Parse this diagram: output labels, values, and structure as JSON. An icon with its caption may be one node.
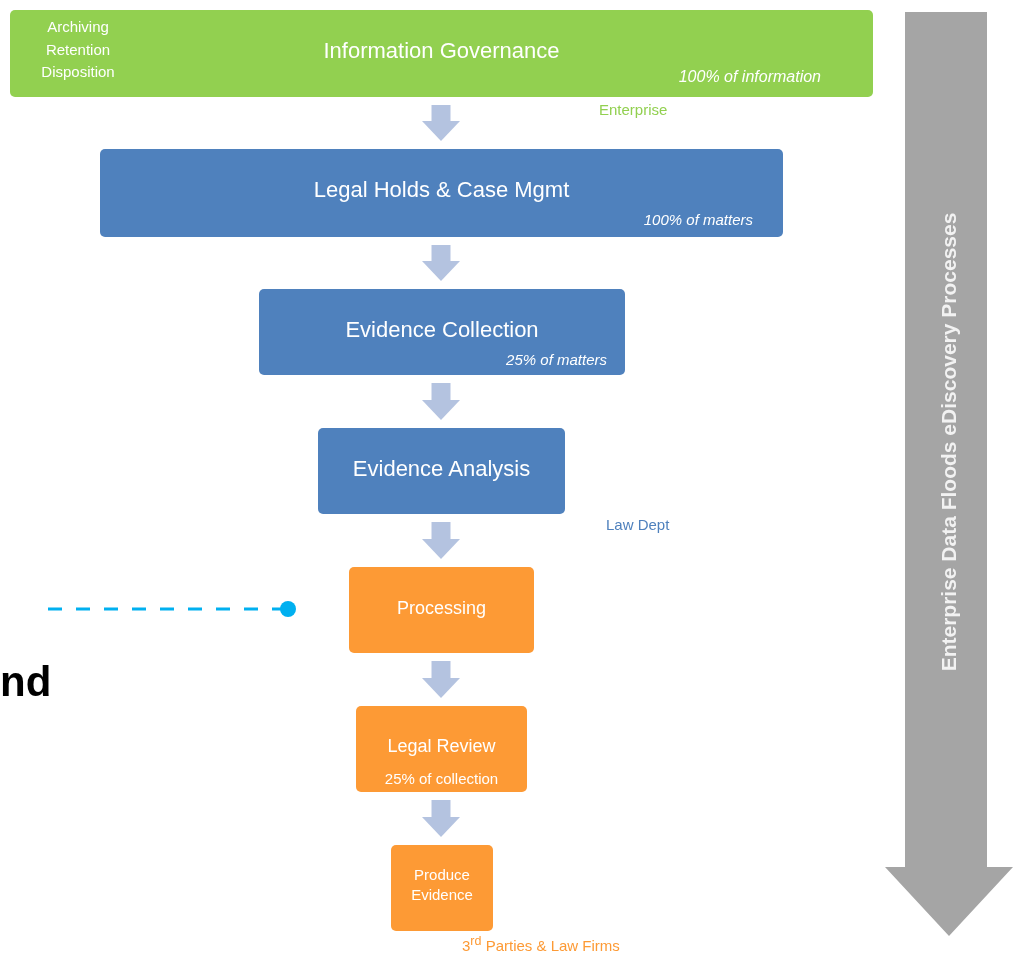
{
  "diagram": {
    "nodes": [
      {
        "text": [
          "Archiving Retention Disposition",
          "Information Governance",
          "100% of information"
        ],
        "beside": [
          "Enterprise"
        ]
      },
      {
        "text": [
          "Legal Holds & Case Mgmt",
          "100% of matters"
        ]
      },
      {
        "text": [
          "Evidence Collection",
          "25% of matters"
        ]
      },
      {
        "text": [
          "Evidence Analysis"
        ],
        "beside": [
          "Law Dept"
        ]
      },
      {
        "text": [
          "Processing"
        ]
      },
      {
        "text": [
          "Legal Review",
          "25% of collection"
        ]
      },
      {
        "text": [
          "Produce Evidence"
        ],
        "beside": [
          "3$^{rd}$ Parties & Law Firms"
        ]
      },
      {
        "text": [
          "Enterprise Data Floods eDiscovery Processes"
        ]
      }
    ],
    "edges": [
      {
        "from": 0,
        "to": 1,
        "arrow": "to"
      },
      {
        "from": 1,
        "to": 2,
        "arrow": "to"
      },
      {
        "from": 2,
        "to": 3,
        "arrow": "to"
      },
      {
        "from": 3,
        "to": 4,
        "arrow": "to"
      },
      {
        "from": 4,
        "to": 5,
        "arrow": "to"
      },
      {
        "from": 5,
        "to": 6,
        "arrow": "to"
      }
    ],
    "labels": [
      "nd"
    ]
  }
}
